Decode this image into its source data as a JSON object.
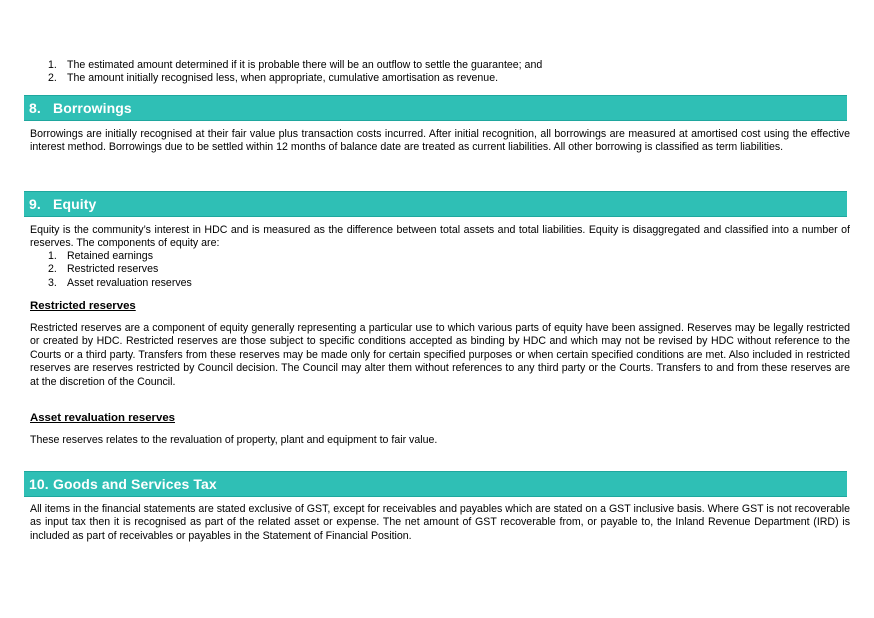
{
  "guarantee_list": [
    {
      "num": "1.",
      "text": "The estimated amount determined if it is probable there will be an outflow to settle the guarantee; and"
    },
    {
      "num": "2.",
      "text": "The amount initially recognised less, when appropriate, cumulative amortisation as revenue."
    }
  ],
  "sections": {
    "borrowings": {
      "number": "8.",
      "title": "Borrowings",
      "paragraph": "Borrowings are initially recognised at their fair value plus transaction costs incurred. After initial recognition, all borrowings are measured at amortised cost using the effective interest method. Borrowings due to be settled within 12 months of balance date are treated as current liabilities. All other borrowing is classified as term liabilities."
    },
    "equity": {
      "number": "9.",
      "title": "Equity",
      "paragraph": "Equity is the community’s interest in HDC and is measured as the difference between total assets and total liabilities. Equity is disaggregated and classified into a number of reserves. The components of equity are:",
      "components": [
        {
          "num": "1.",
          "text": "Retained earnings"
        },
        {
          "num": "2.",
          "text": "Restricted reserves"
        },
        {
          "num": "3.",
          "text": "Asset revaluation reserves"
        }
      ],
      "restricted_heading": "Restricted reserves",
      "restricted_paragraph": "Restricted reserves are a component of equity generally representing a particular use to which various parts of equity have been assigned. Reserves may be legally restricted or created by HDC. Restricted reserves are those subject to specific conditions accepted as binding by HDC and which may not be revised by HDC without reference to the Courts or a third party. Transfers from these reserves may be made only for certain specified purposes or when certain specified conditions are met. Also included in restricted reserves are reserves restricted by Council decision. The Council may alter them without references to any third party or the Courts. Transfers to and from these reserves are at the discretion of the Council.",
      "revaluation_heading": "Asset revaluation reserves",
      "revaluation_paragraph": "These reserves relates to the revaluation of property, plant and equipment to fair value."
    },
    "gst": {
      "number": "10.",
      "title": "Goods and Services Tax",
      "paragraph": "All items in the financial statements are stated exclusive of GST, except for receivables and payables which are stated on a GST inclusive basis. Where GST is not recoverable as input tax then it is recognised as part of the related asset or expense. The net amount of GST recoverable from, or payable to, the Inland Revenue Department (IRD) is included as part of receivables or payables in the Statement of Financial Position."
    }
  },
  "colors": {
    "heading_band": "#2fbfb5",
    "heading_text": "#ffffff",
    "body_text": "#000000"
  }
}
